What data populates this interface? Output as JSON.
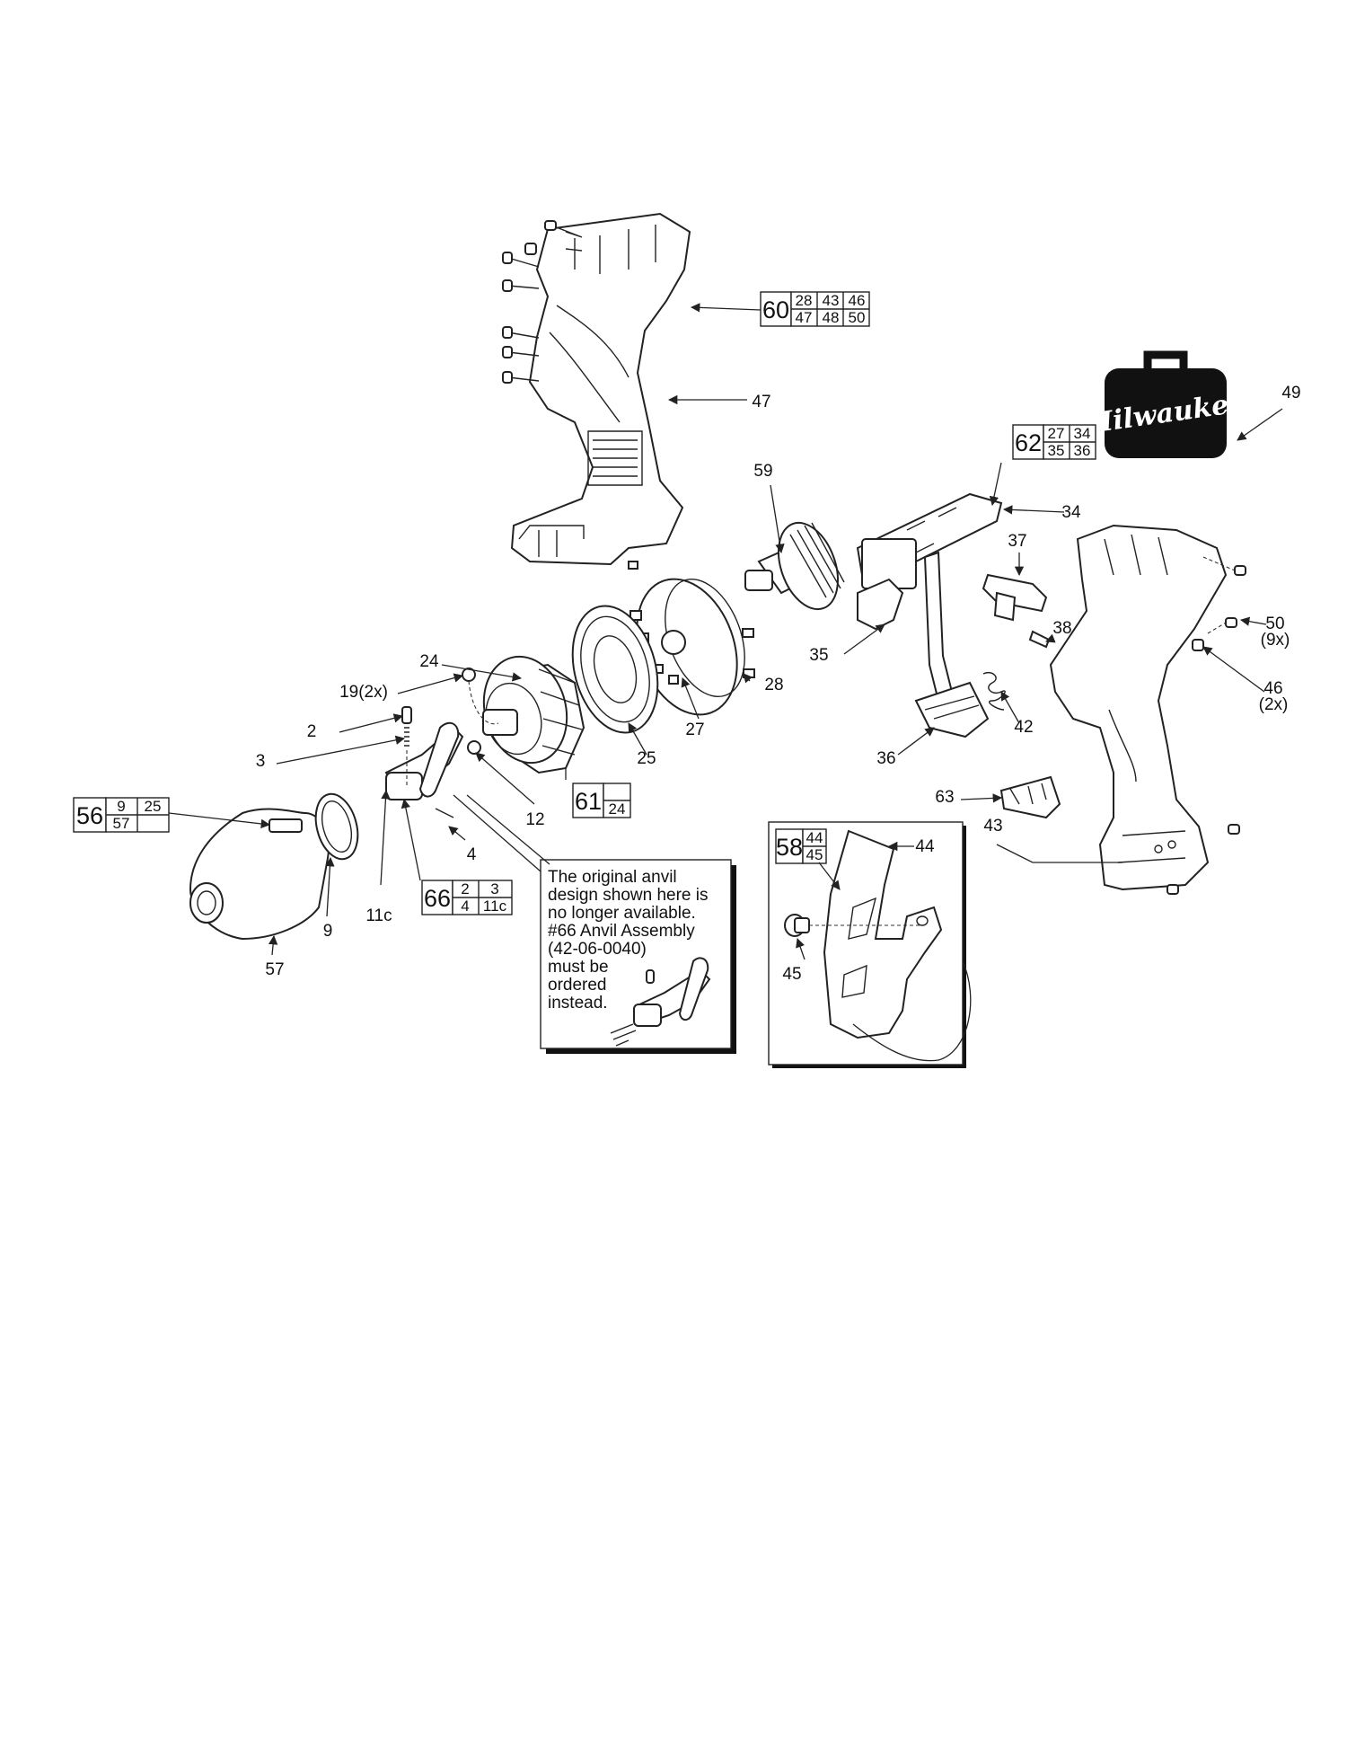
{
  "callouts": [
    "60",
    "47",
    "59",
    "49",
    "34",
    "37",
    "50",
    "(9x)",
    "46",
    "(2x)",
    "35",
    "38",
    "42",
    "36",
    "24",
    "19(2x)",
    "28",
    "2",
    "27",
    "3",
    "25",
    "63",
    "12",
    "43",
    "4",
    "11c",
    "9",
    "57",
    "44",
    "45"
  ],
  "kits": {
    "k60": {
      "id": "60",
      "p": [
        "28",
        "43",
        "46",
        "47",
        "48",
        "50"
      ]
    },
    "k62": {
      "id": "62",
      "p": [
        "27",
        "34",
        "35",
        "36"
      ]
    },
    "k61": {
      "id": "61",
      "p": [
        "24"
      ]
    },
    "k56": {
      "id": "56",
      "p": [
        "9",
        "25",
        "57"
      ]
    },
    "k66": {
      "id": "66",
      "p": [
        "2",
        "3",
        "4",
        "11c"
      ]
    },
    "k58": {
      "id": "58",
      "p": [
        "44",
        "45"
      ]
    }
  },
  "brand": "Milwaukee",
  "note": {
    "lines": [
      "The original anvil",
      "design shown here is",
      "no longer available.",
      "#66 Anvil Assembly",
      "(42-06-0040)",
      "must be",
      "ordered",
      "instead."
    ]
  }
}
